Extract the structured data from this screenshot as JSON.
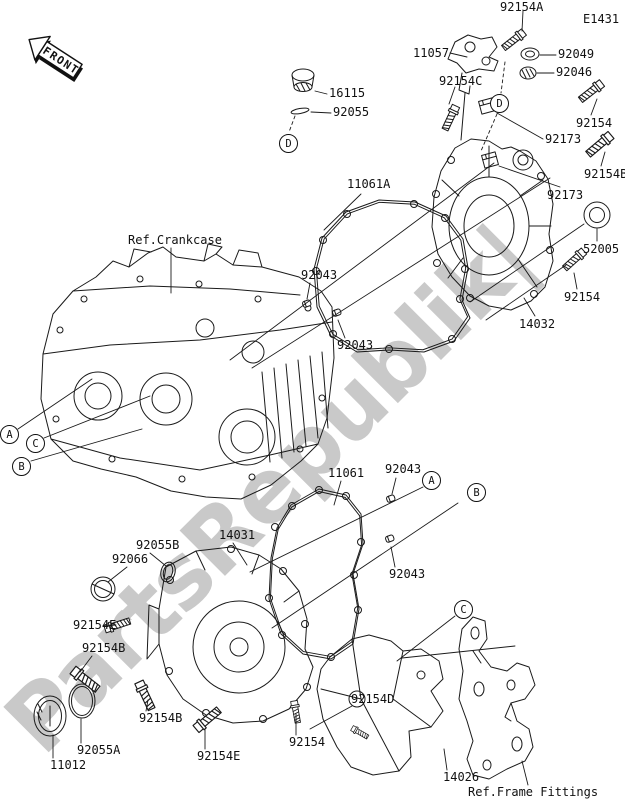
{
  "diagram": {
    "code": "E1431",
    "front_label": "FRONT",
    "watermark": "PartsRepublik|",
    "ref_crankcase": "Ref.Crankcase",
    "ref_frame_fittings": "Ref.Frame Fittings"
  },
  "callouts": {
    "A": "A",
    "B": "B",
    "C": "C",
    "D": "D"
  },
  "parts": [
    "11057",
    "92154A",
    "92049",
    "92046",
    "92154C",
    "92154",
    "92173",
    "92154B",
    "92173",
    "52005",
    "92154",
    "14032",
    "16115",
    "92055",
    "11061A",
    "92043",
    "92043",
    "11061",
    "92043",
    "92043",
    "14031",
    "92055B",
    "92066",
    "92154E",
    "92154B",
    "92154B",
    "92055A",
    "11012",
    "92154E",
    "92154D",
    "92154",
    "14026"
  ]
}
